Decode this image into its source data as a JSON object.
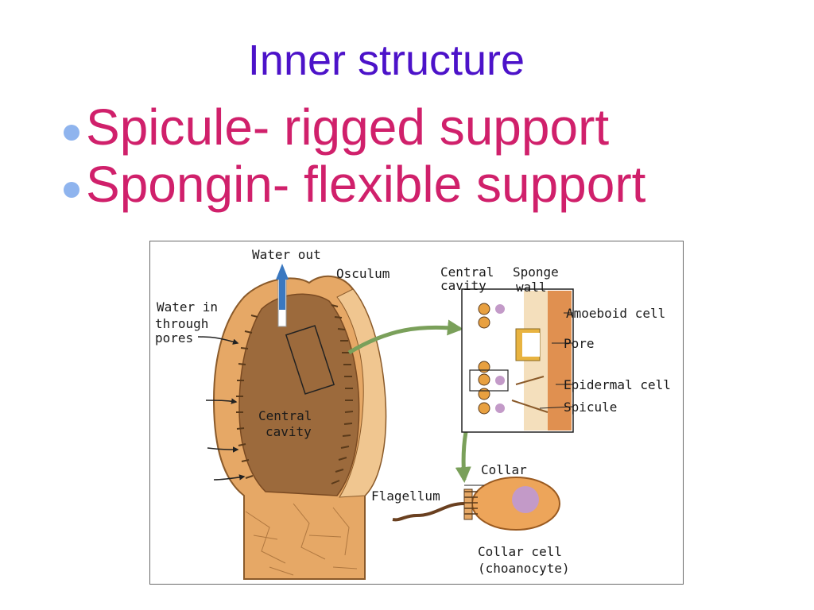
{
  "slide": {
    "title": "Inner structure",
    "bullets": [
      "Spicule- rigged support",
      "Spongin- flexible support"
    ]
  },
  "diagram": {
    "labels": {
      "water_out": "Water out",
      "osculum": "Osculum",
      "water_in_1": "Water in",
      "water_in_2": "through",
      "water_in_3": "pores",
      "central_cavity_1": "Central",
      "central_cavity_2": "cavity",
      "detail_central_1": "Central",
      "detail_central_2": "cavity",
      "sponge_wall_1": "Sponge",
      "sponge_wall_2": "wall",
      "amoeboid_cell": "Amoeboid cell",
      "pore": "Pore",
      "epidermal_cell": "Epidermal cell",
      "spicule": "Spicule",
      "collar": "Collar",
      "flagellum": "Flagellum",
      "collar_cell_1": "Collar cell",
      "collar_cell_2": "(choanocyte)"
    },
    "colors": {
      "body": "#e6a866",
      "cavity": "#9c6a3c",
      "arrow_green": "#7aa05a",
      "arrow_blue": "#3a78c0",
      "cell": "#e8a040",
      "nucleus": "#c39ac8"
    }
  }
}
